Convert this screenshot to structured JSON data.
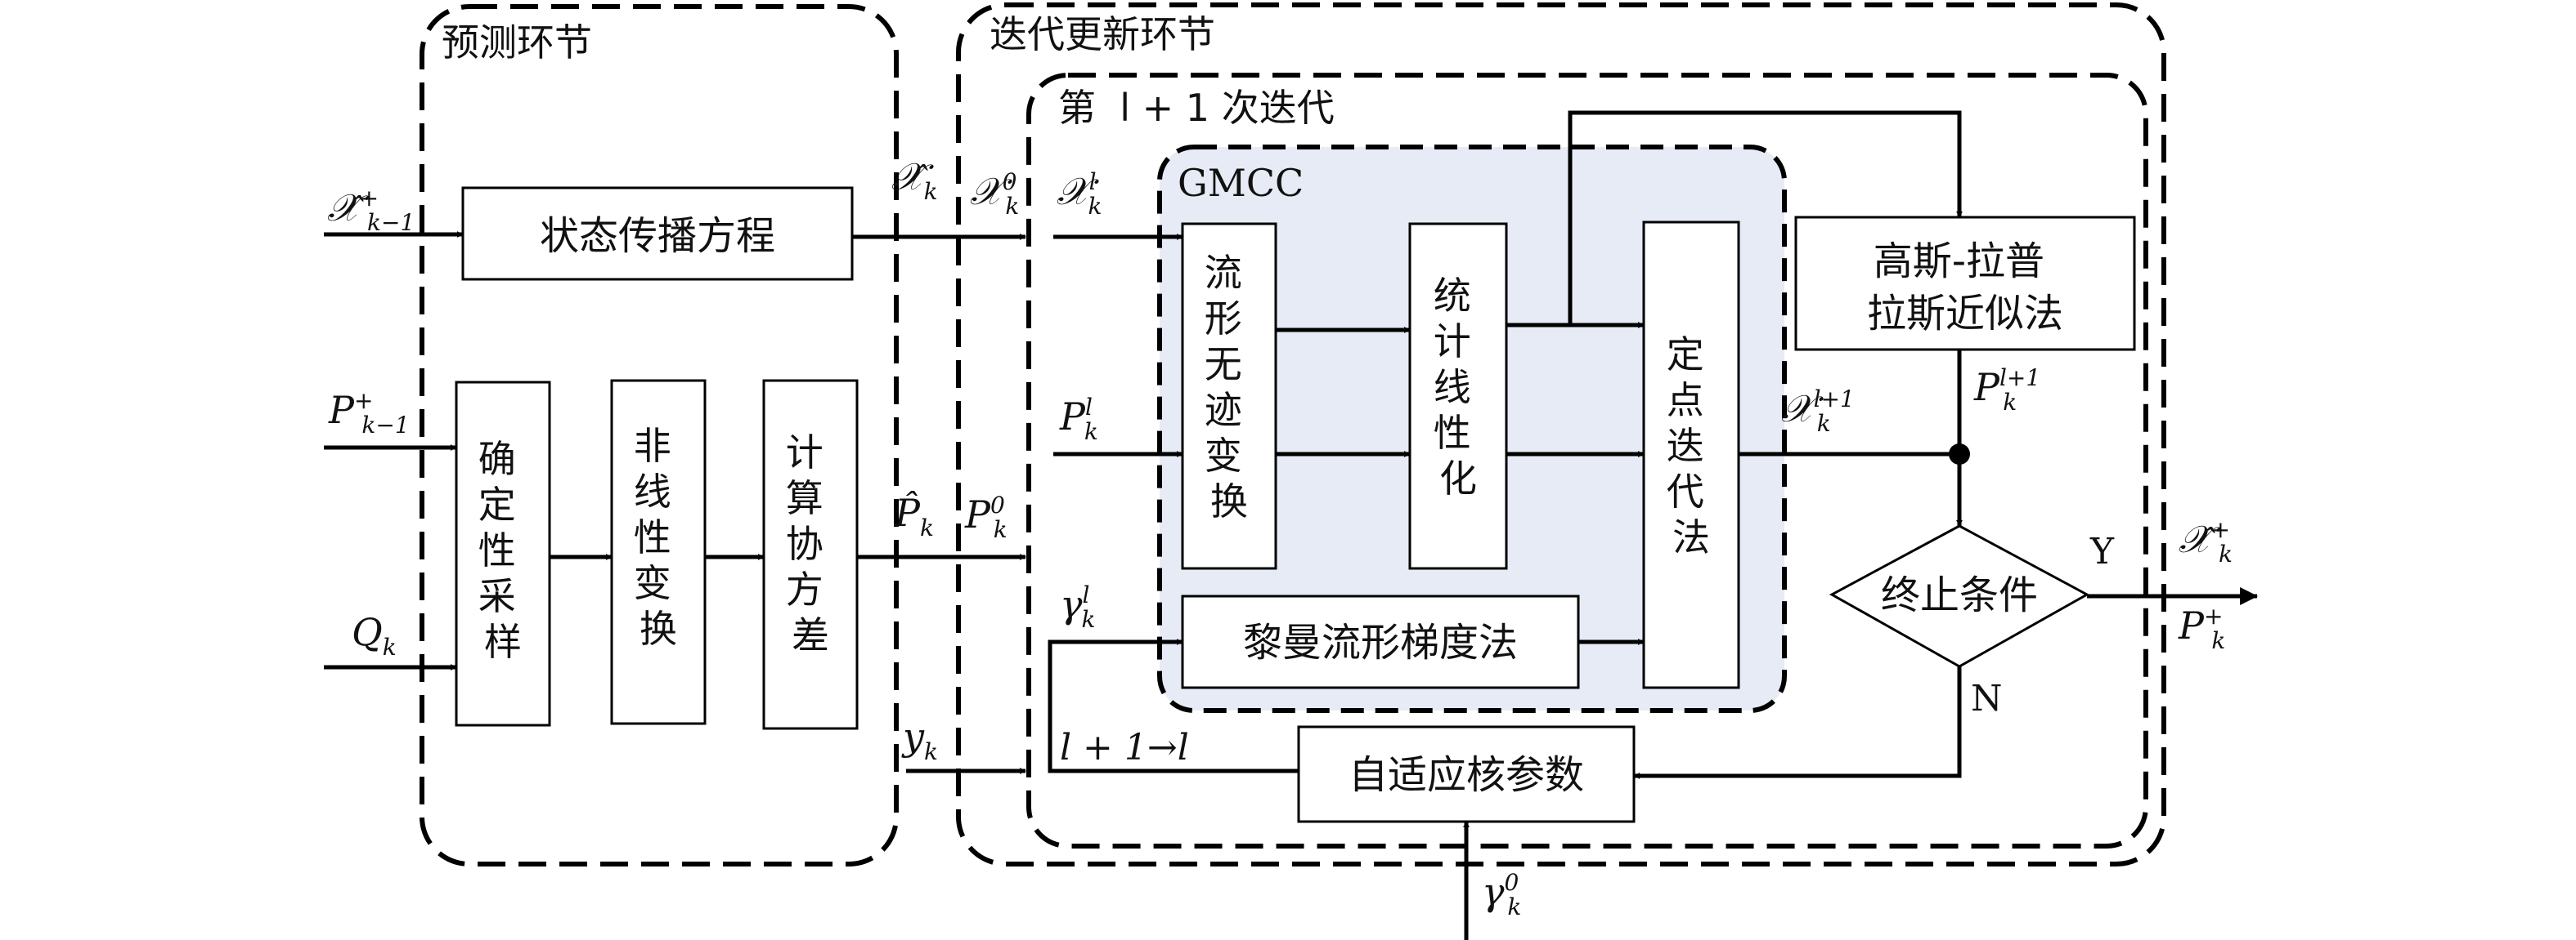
{
  "colors": {
    "gmcc_fill": "#e6ebf5",
    "line": "#000000",
    "background": "#ffffff"
  },
  "regions": {
    "predict": "预测环节",
    "update": "迭代更新环节",
    "iter": "第  l + 1 次迭代",
    "gmcc": "GMCC"
  },
  "blocks": {
    "state_prop": "状态传播方程",
    "det_sampling": [
      "确",
      "定",
      "性",
      "采",
      "样"
    ],
    "nonlinear": [
      "非",
      "线",
      "性",
      "变",
      "换"
    ],
    "cov": [
      "计",
      "算",
      "协",
      "方",
      "差"
    ],
    "manifold_ut": [
      "流",
      "形",
      "无",
      "迹",
      "变",
      "换"
    ],
    "stat_lin": [
      "统",
      "计",
      "线",
      "性",
      "化"
    ],
    "fixed_point": [
      "定",
      "点",
      "迭",
      "代",
      "法"
    ],
    "riemann": "黎曼流形梯度法",
    "gauss_laplace": [
      "高斯-拉普",
      "拉斯近似法"
    ],
    "terminate": "终止条件",
    "adaptive": "自适应核参数"
  },
  "signals": {
    "x_prev": {
      "base": "𝒳̂",
      "sub": "k−1",
      "sup": "+"
    },
    "p_prev": {
      "base": "P",
      "sub": "k−1",
      "sup": "+"
    },
    "q_k": {
      "base": "Q",
      "sub": "k"
    },
    "x_hat": {
      "base": "𝒳̂",
      "sub": "k"
    },
    "x_0": {
      "base": "𝒳",
      "sub": "k",
      "sup": "0"
    },
    "p_hat": {
      "base": "P̂",
      "sub": "k"
    },
    "p_0": {
      "base": "P",
      "sub": "k",
      "sup": "0"
    },
    "y_k": {
      "base": "y",
      "sub": "k"
    },
    "x_l": {
      "base": "𝒳",
      "sub": "k",
      "sup": "l"
    },
    "p_l": {
      "base": "P",
      "sub": "k",
      "sup": "l"
    },
    "gamma_l": {
      "base": "γ",
      "sub": "k",
      "sup": "l"
    },
    "x_l1": {
      "base": "𝒳",
      "sub": "k",
      "sup": "l+1"
    },
    "p_l1": {
      "base": "P",
      "sub": "k",
      "sup": "l+1"
    },
    "x_plus": {
      "base": "𝒳̂",
      "sub": "k",
      "sup": "+"
    },
    "p_plus": {
      "base": "P",
      "sub": "k",
      "sup": "+"
    },
    "gamma_0": {
      "base": "γ",
      "sub": "k",
      "sup": "0"
    },
    "loop": "l + 1→l",
    "yes": "Y",
    "no": "N"
  }
}
